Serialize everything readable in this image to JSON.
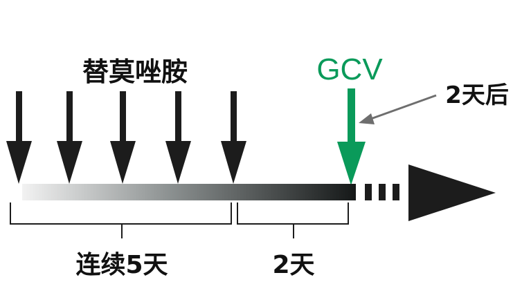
{
  "labels": {
    "drug": "替莫唑胺",
    "gcv": "GCV",
    "after_two_days": "2天后",
    "five_days": "连续5天",
    "two_days": "2天"
  },
  "colors": {
    "gcv_green": "#0a9a5a",
    "arrow_black": "#1c1c1c",
    "pointer_gray": "#6e6e6e"
  }
}
